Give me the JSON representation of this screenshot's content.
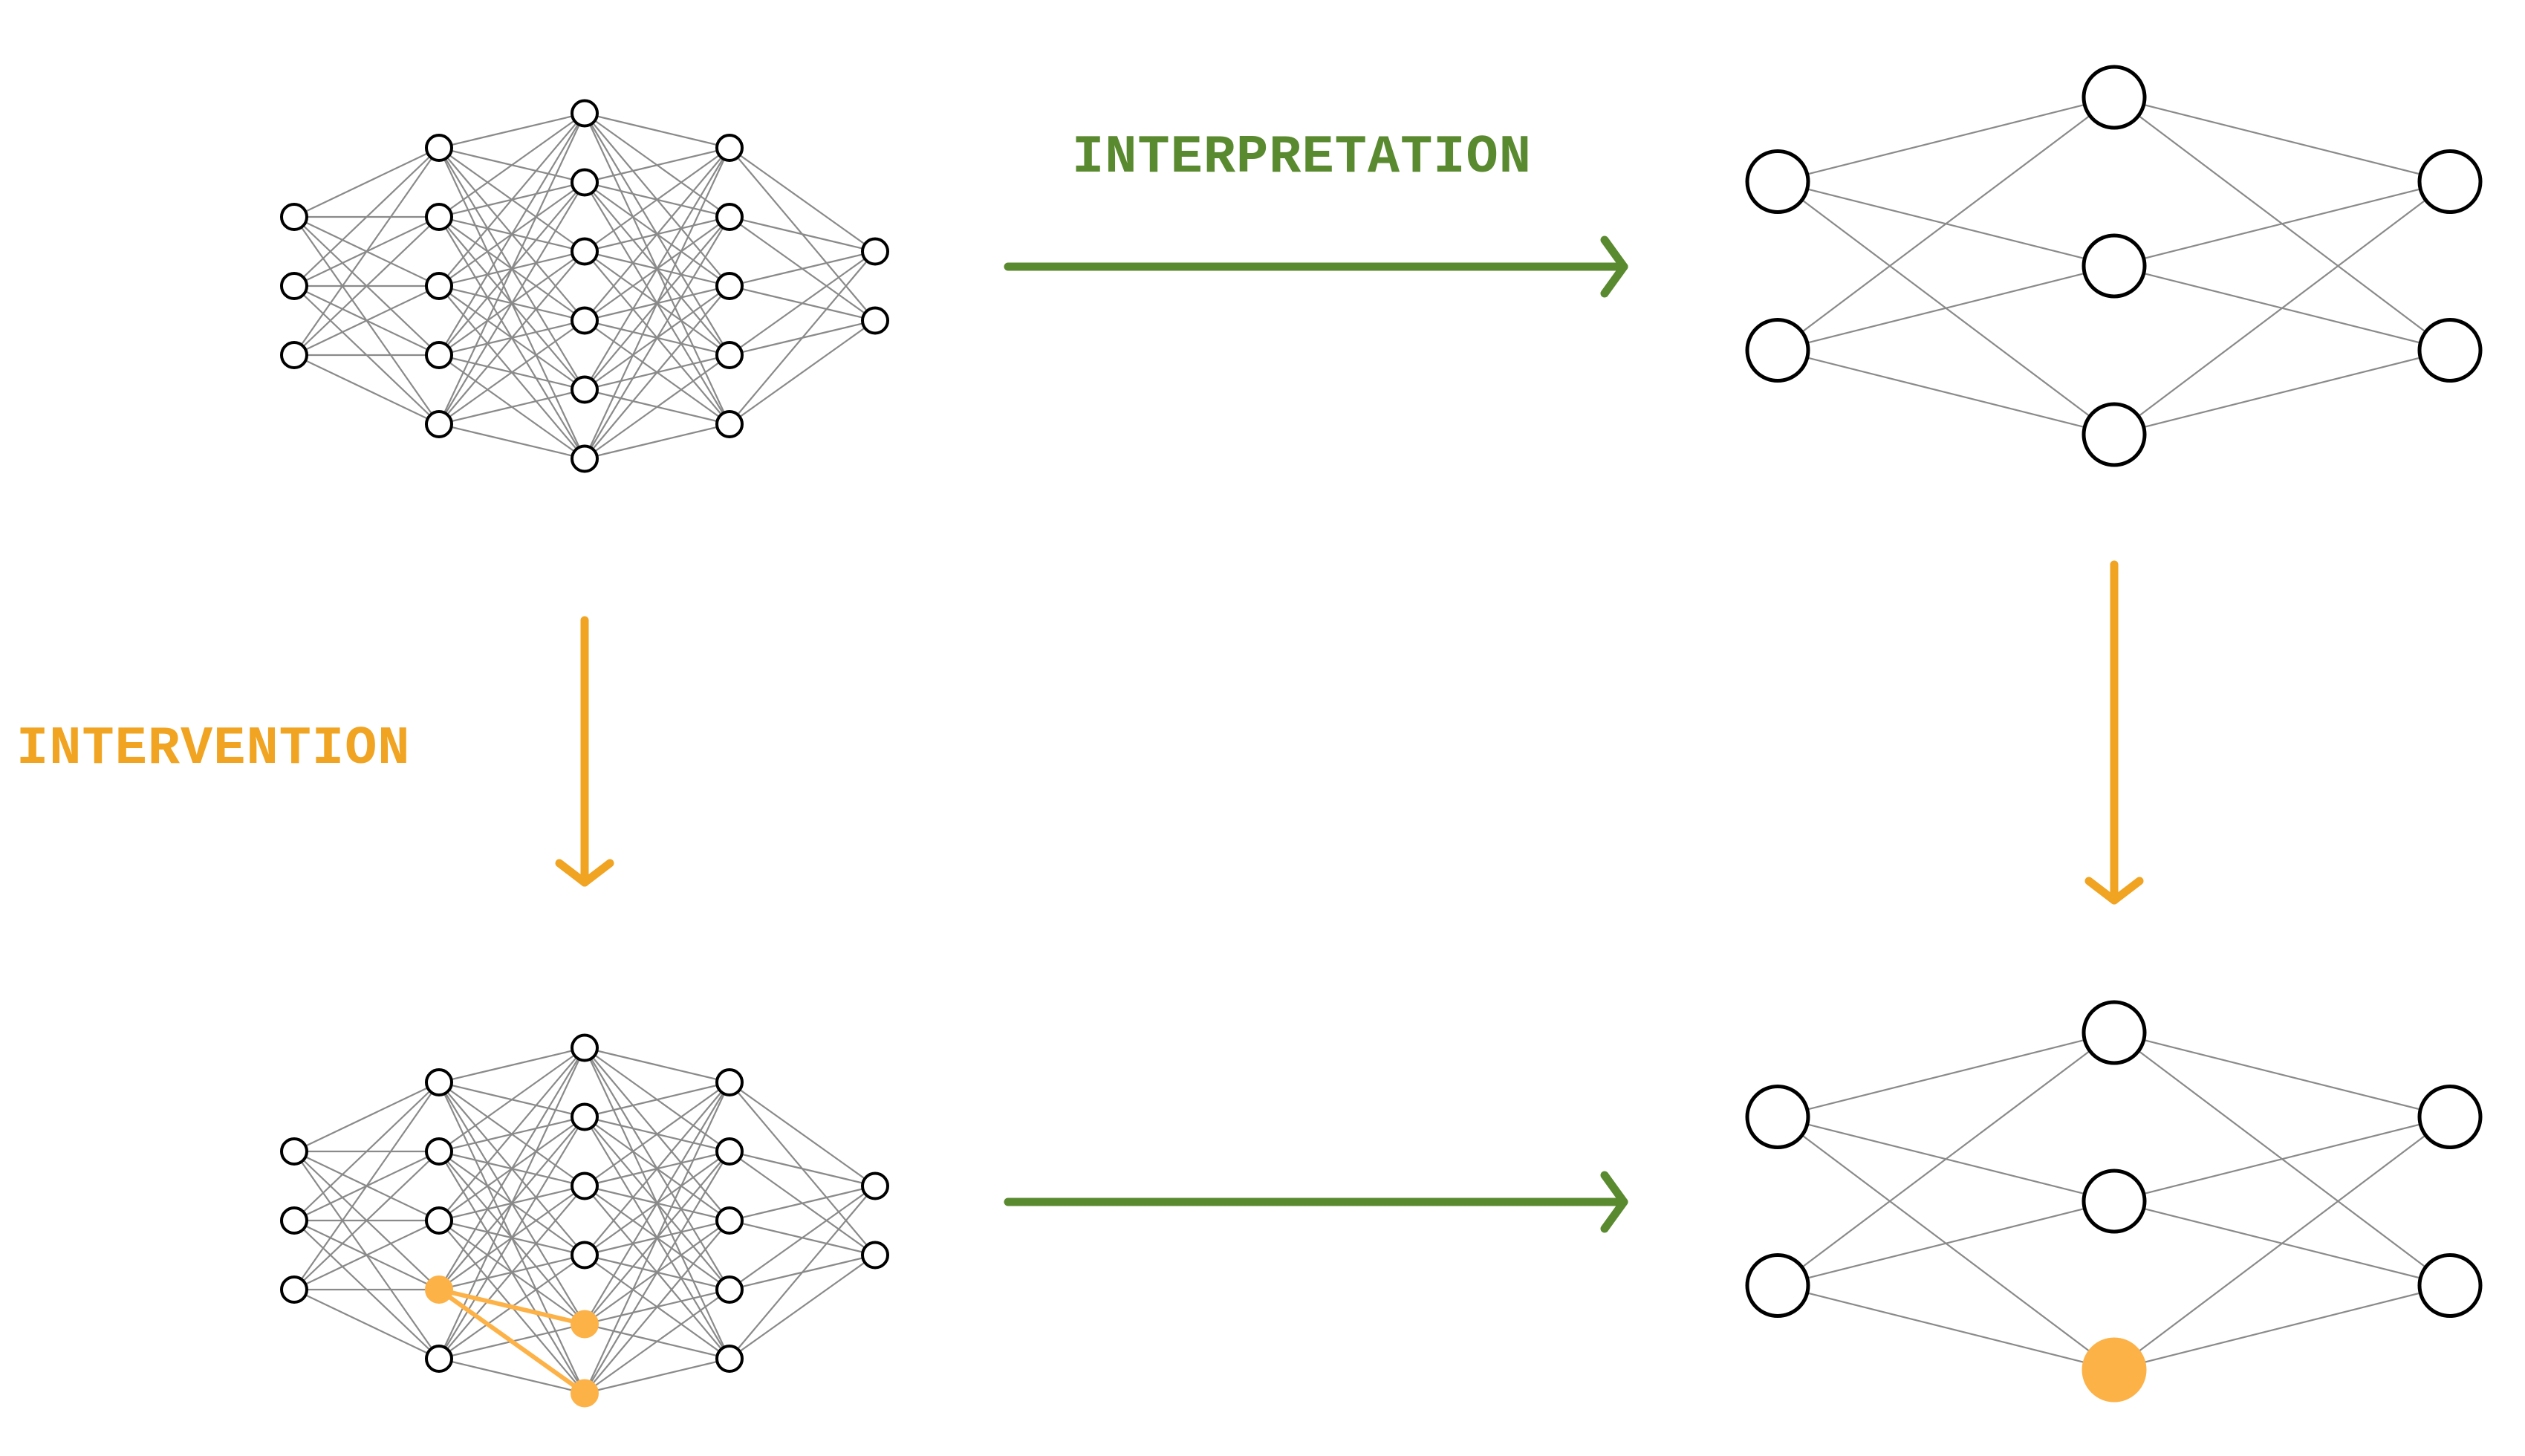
{
  "labels": {
    "interpretation": "INTERPRETATION",
    "intervention": "INTERVENTION"
  },
  "colors": {
    "interpretation": "#5a8a2f",
    "intervention": "#f0a422",
    "highlight_node": "#fdb248",
    "edge": "#8a8a8a",
    "node_stroke": "#000000",
    "node_fill": "#ffffff"
  },
  "networks": {
    "detailed_layers": [
      3,
      5,
      6,
      5,
      2
    ],
    "abstract_layers": [
      2,
      3,
      2
    ],
    "intervened_detailed_nodes": [
      {
        "layer": 1,
        "index": 3
      },
      {
        "layer": 2,
        "index": 4
      },
      {
        "layer": 2,
        "index": 5
      }
    ],
    "intervened_abstract_nodes": [
      {
        "layer": 1,
        "index": 2
      }
    ]
  }
}
